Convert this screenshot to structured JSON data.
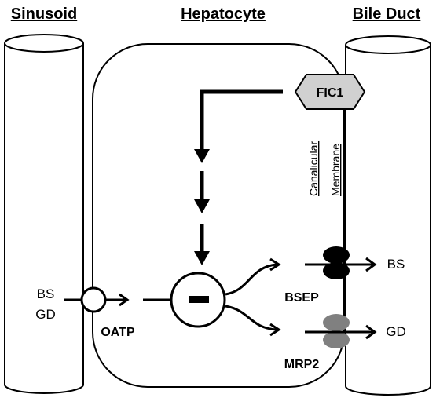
{
  "headers": {
    "sinusoid": "Sinusoid",
    "hepatocyte": "Hepatocyte",
    "bile_duct": "Bile Duct"
  },
  "fic1_label": "FIC1",
  "membrane": {
    "line1": "Canalicular",
    "line2": "Membrane"
  },
  "sinusoid_labels": {
    "bs": "BS",
    "gd": "GD"
  },
  "transporters": {
    "oatp": "OATP",
    "bsep": "BSEP",
    "mrp2": "MRP2"
  },
  "bile_outputs": {
    "bs": "BS",
    "gd": "GD"
  },
  "colors": {
    "line": "#000000",
    "fic1_fill": "#d0d0d0",
    "bsep_fill": "#000000",
    "mrp2_fill": "#808080",
    "background": "#ffffff"
  }
}
